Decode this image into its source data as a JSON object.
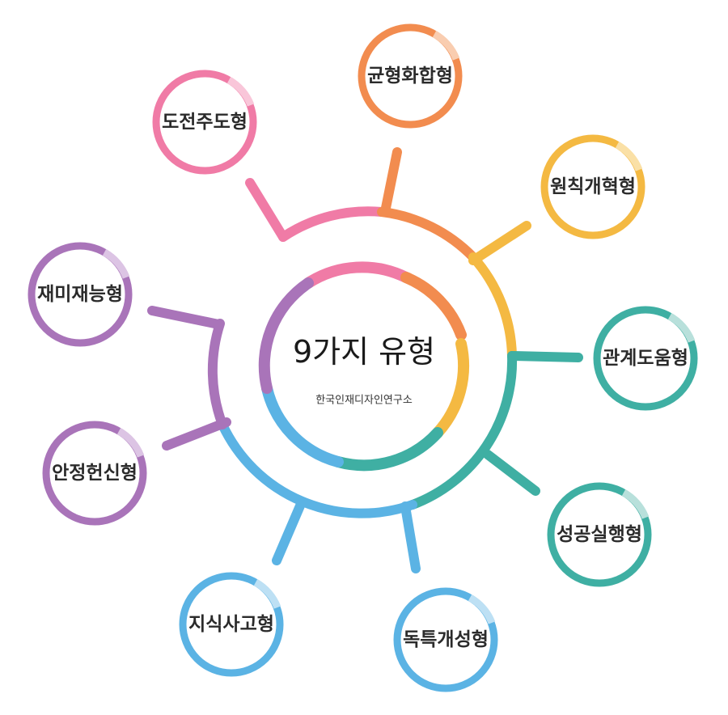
{
  "center": {
    "title": "9가지 유형",
    "subtitle": "한국인재디자인연구소"
  },
  "nodes": [
    {
      "id": "challenge",
      "label": "도전주도형",
      "color": "#F07BA6",
      "light": "#F9C6D9"
    },
    {
      "id": "balance",
      "label": "균형화합형",
      "color": "#F28C4F",
      "light": "#F9CDB0"
    },
    {
      "id": "principle",
      "label": "원칙개혁형",
      "color": "#F4B942",
      "light": "#FAE0A6"
    },
    {
      "id": "relation",
      "label": "관계도움형",
      "color": "#3FAFA3",
      "light": "#B8E0DB"
    },
    {
      "id": "success",
      "label": "성공실행형",
      "color": "#3FAFA3",
      "light": "#B8E0DB"
    },
    {
      "id": "unique",
      "label": "독특개성형",
      "color": "#5BB3E4",
      "light": "#BDE0F4"
    },
    {
      "id": "knowledge",
      "label": "지식사고형",
      "color": "#5BB3E4",
      "light": "#BDE0F4"
    },
    {
      "id": "stable",
      "label": "안정헌신형",
      "color": "#A974B9",
      "light": "#DCC4E4"
    },
    {
      "id": "fun",
      "label": "재미재능형",
      "color": "#A974B9",
      "light": "#DCC4E4"
    }
  ],
  "colors": {
    "pink": "#F07BA6",
    "orange": "#F28C4F",
    "yellow": "#F4B942",
    "teal": "#3FAFA3",
    "blue": "#5BB3E4",
    "purple": "#A974B9"
  }
}
